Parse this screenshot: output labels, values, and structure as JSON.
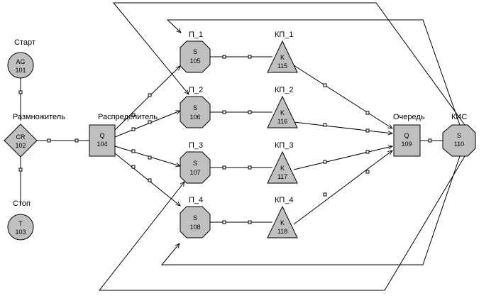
{
  "nodes": {
    "start": {
      "label": "Старт",
      "type": "AG",
      "id": "101"
    },
    "mult": {
      "label": "Размножитель",
      "type": "CR",
      "id": "102"
    },
    "stop": {
      "label": "Стоп",
      "type": "T",
      "id": "103"
    },
    "dist": {
      "label": "Распределитель",
      "type": "Q",
      "id": "104"
    },
    "p1": {
      "label": "П_1",
      "type": "S",
      "id": "105"
    },
    "p2": {
      "label": "П_2",
      "type": "S",
      "id": "106"
    },
    "p3": {
      "label": "П_3",
      "type": "S",
      "id": "107"
    },
    "p4": {
      "label": "П_4",
      "type": "S",
      "id": "108"
    },
    "kp1": {
      "label": "КП_1",
      "type": "K",
      "id": "115"
    },
    "kp2": {
      "label": "КП_2",
      "type": "K",
      "id": "116"
    },
    "kp3": {
      "label": "КП_3",
      "type": "K",
      "id": "117"
    },
    "kp4": {
      "label": "КП_4",
      "type": "K",
      "id": "118"
    },
    "queue": {
      "label": "Очередь",
      "type": "Q",
      "id": "109"
    },
    "kis": {
      "label": "КИС",
      "type": "S",
      "id": "110"
    }
  }
}
